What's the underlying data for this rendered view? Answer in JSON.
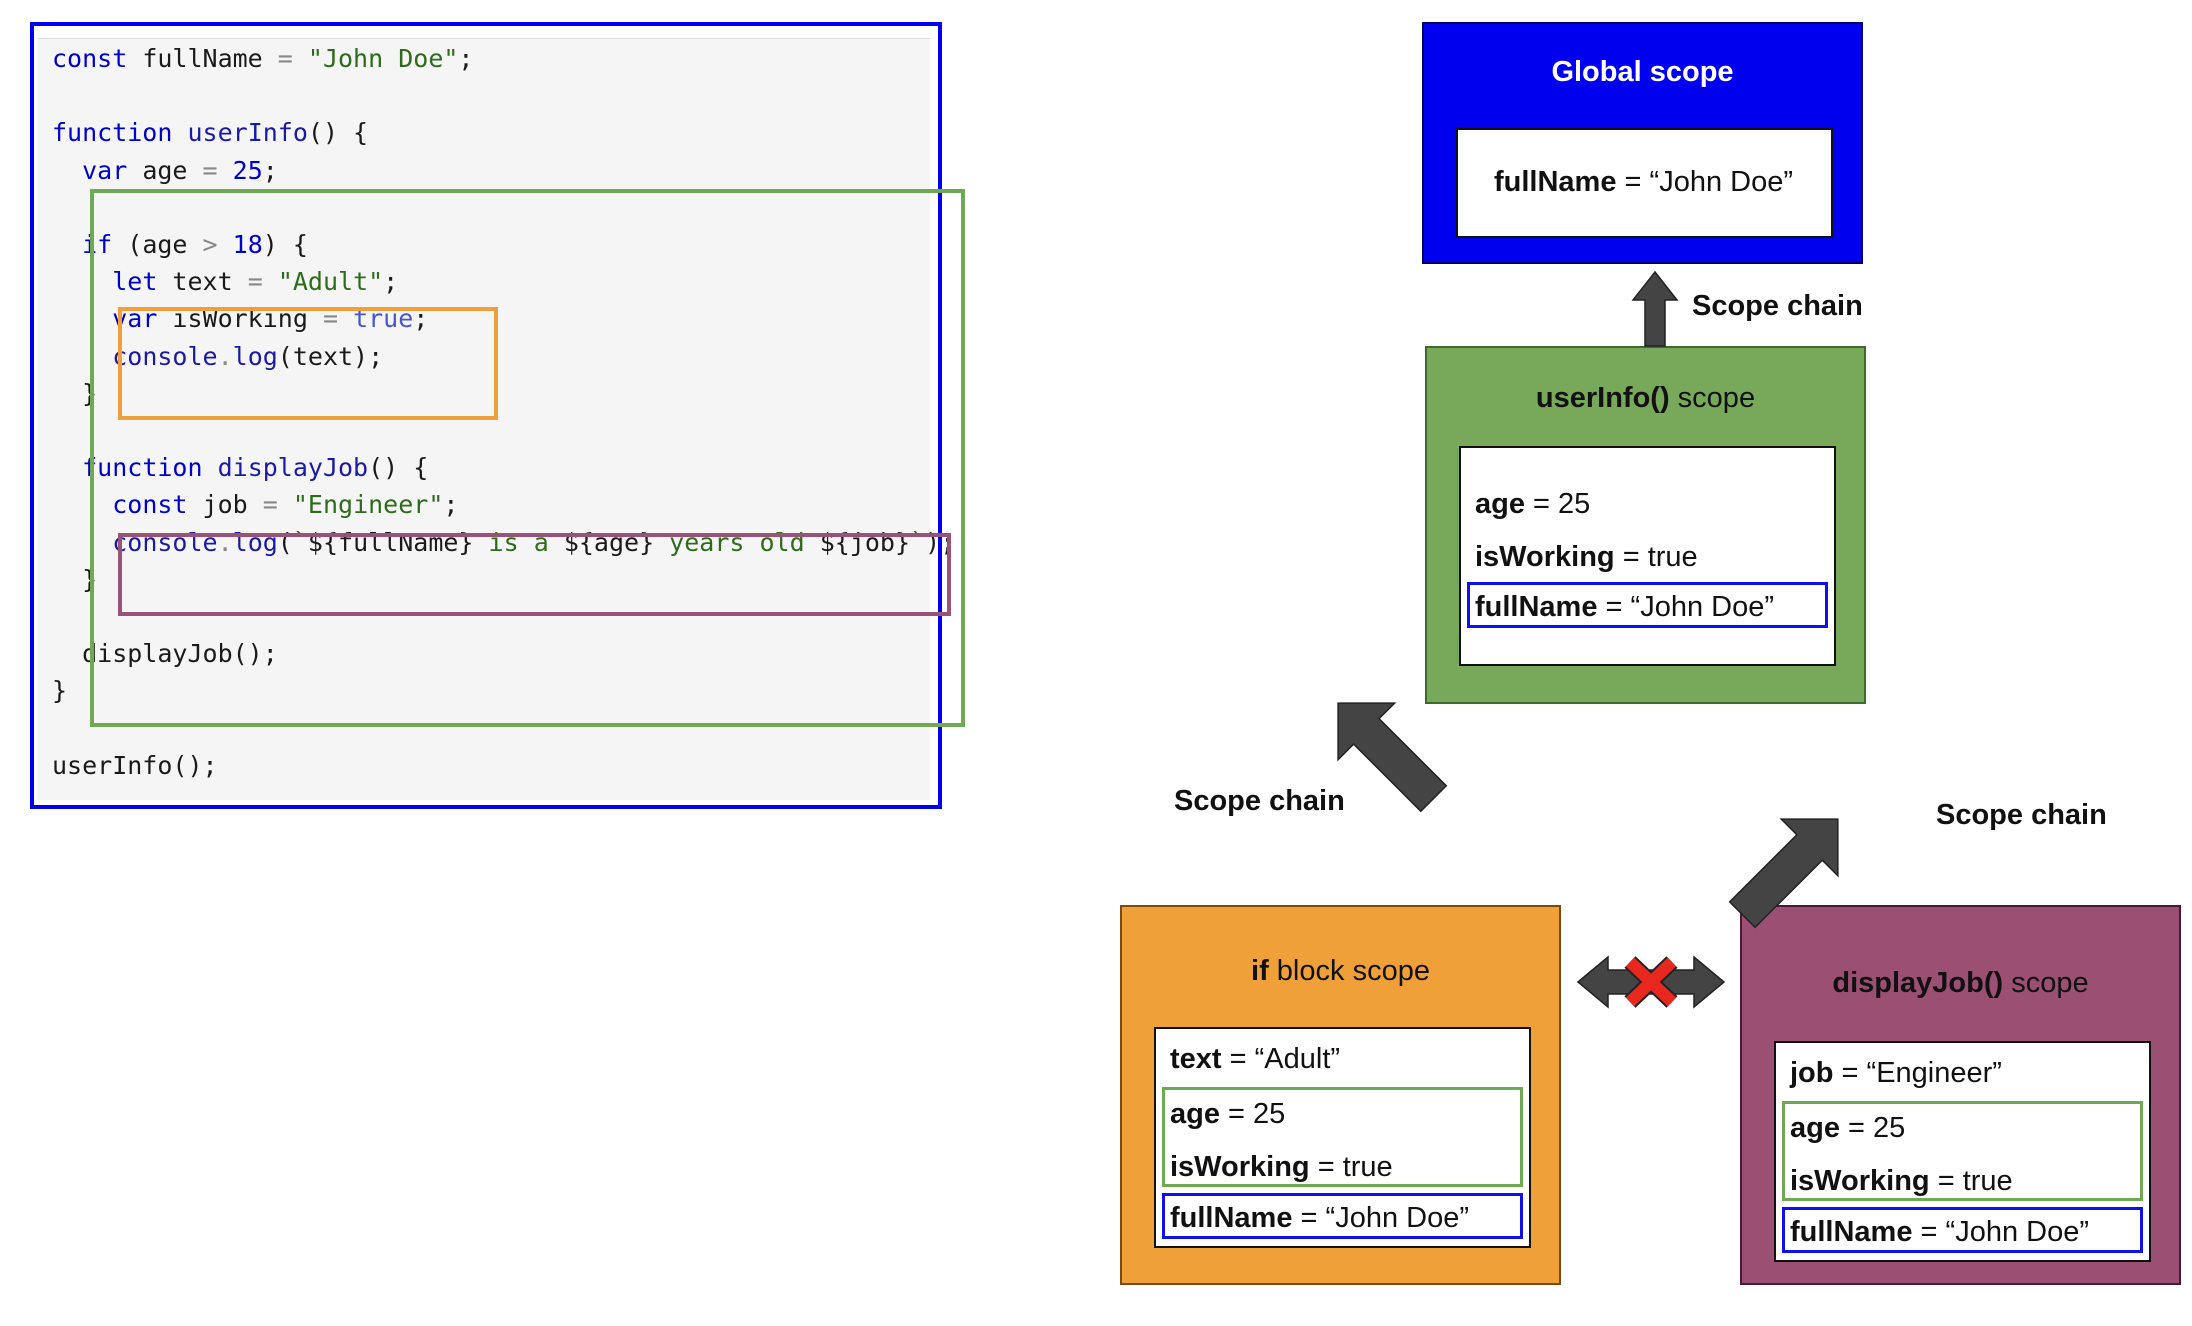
{
  "code": {
    "lines": [
      {
        "tokens": [
          {
            "t": "const",
            "c": "kw"
          },
          {
            "t": " fullName ",
            "c": ""
          },
          {
            "t": "=",
            "c": "op"
          },
          {
            "t": " ",
            "c": ""
          },
          {
            "t": "\"John Doe\"",
            "c": "str"
          },
          {
            "t": ";",
            "c": ""
          }
        ]
      },
      {
        "tokens": []
      },
      {
        "tokens": [
          {
            "t": "function",
            "c": "kw"
          },
          {
            "t": " ",
            "c": ""
          },
          {
            "t": "userInfo",
            "c": "fn"
          },
          {
            "t": "() {",
            "c": ""
          }
        ]
      },
      {
        "tokens": [
          {
            "t": "  ",
            "c": ""
          },
          {
            "t": "var",
            "c": "kw"
          },
          {
            "t": " age ",
            "c": ""
          },
          {
            "t": "=",
            "c": "op"
          },
          {
            "t": " ",
            "c": ""
          },
          {
            "t": "25",
            "c": "num"
          },
          {
            "t": ";",
            "c": ""
          }
        ]
      },
      {
        "tokens": []
      },
      {
        "tokens": [
          {
            "t": "  ",
            "c": ""
          },
          {
            "t": "if",
            "c": "kw"
          },
          {
            "t": " (age ",
            "c": ""
          },
          {
            "t": ">",
            "c": "op"
          },
          {
            "t": " ",
            "c": ""
          },
          {
            "t": "18",
            "c": "num"
          },
          {
            "t": ") {",
            "c": ""
          }
        ]
      },
      {
        "tokens": [
          {
            "t": "    ",
            "c": ""
          },
          {
            "t": "let",
            "c": "kw"
          },
          {
            "t": " text ",
            "c": ""
          },
          {
            "t": "=",
            "c": "op"
          },
          {
            "t": " ",
            "c": ""
          },
          {
            "t": "\"Adult\"",
            "c": "str"
          },
          {
            "t": ";",
            "c": ""
          }
        ]
      },
      {
        "tokens": [
          {
            "t": "    ",
            "c": ""
          },
          {
            "t": "var",
            "c": "kw"
          },
          {
            "t": " isWorking ",
            "c": ""
          },
          {
            "t": "=",
            "c": "op"
          },
          {
            "t": " ",
            "c": ""
          },
          {
            "t": "true",
            "c": "lit"
          },
          {
            "t": ";",
            "c": ""
          }
        ]
      },
      {
        "tokens": [
          {
            "t": "    ",
            "c": ""
          },
          {
            "t": "console",
            "c": "fn"
          },
          {
            "t": ".",
            "c": "op"
          },
          {
            "t": "log",
            "c": "fn"
          },
          {
            "t": "(text);",
            "c": ""
          }
        ]
      },
      {
        "tokens": [
          {
            "t": "  }",
            "c": ""
          }
        ]
      },
      {
        "tokens": []
      },
      {
        "tokens": [
          {
            "t": "  ",
            "c": ""
          },
          {
            "t": "function",
            "c": "kw"
          },
          {
            "t": " ",
            "c": ""
          },
          {
            "t": "displayJob",
            "c": "fn"
          },
          {
            "t": "() {",
            "c": ""
          }
        ]
      },
      {
        "tokens": [
          {
            "t": "    ",
            "c": ""
          },
          {
            "t": "const",
            "c": "kw"
          },
          {
            "t": " job ",
            "c": ""
          },
          {
            "t": "=",
            "c": "op"
          },
          {
            "t": " ",
            "c": ""
          },
          {
            "t": "\"Engineer\"",
            "c": "str"
          },
          {
            "t": ";",
            "c": ""
          }
        ]
      },
      {
        "tokens": [
          {
            "t": "    ",
            "c": ""
          },
          {
            "t": "console",
            "c": "fn"
          },
          {
            "t": ".",
            "c": "op"
          },
          {
            "t": "log",
            "c": "fn"
          },
          {
            "t": "(",
            "c": ""
          },
          {
            "t": "`",
            "c": "str"
          },
          {
            "t": "${fullName}",
            "c": ""
          },
          {
            "t": " is a ",
            "c": "str"
          },
          {
            "t": "${age}",
            "c": ""
          },
          {
            "t": " years old ",
            "c": "str"
          },
          {
            "t": "${job}",
            "c": ""
          },
          {
            "t": "`",
            "c": "str"
          },
          {
            "t": ");",
            "c": ""
          }
        ]
      },
      {
        "tokens": [
          {
            "t": "  }",
            "c": ""
          }
        ]
      },
      {
        "tokens": []
      },
      {
        "tokens": [
          {
            "t": "  displayJob();",
            "c": ""
          }
        ]
      },
      {
        "tokens": [
          {
            "t": "}",
            "c": ""
          }
        ]
      },
      {
        "tokens": []
      },
      {
        "tokens": [
          {
            "t": "userInfo();",
            "c": ""
          }
        ]
      }
    ]
  },
  "global_scope": {
    "title": "Global scope",
    "var_fullname": {
      "name": "fullName",
      "value": " = “John Doe”"
    }
  },
  "userinfo_scope": {
    "title_bold": "userInfo()",
    "title_rest": " scope",
    "var_age": {
      "name": "age",
      "value": " = 25"
    },
    "var_isworking": {
      "name": "isWorking",
      "value": " = true"
    },
    "var_fullname": {
      "name": "fullName",
      "value": " = “John Doe”"
    }
  },
  "if_scope": {
    "title_bold": "if",
    "title_rest": " block scope",
    "var_text": {
      "name": "text",
      "value": " = “Adult”"
    },
    "var_age": {
      "name": "age",
      "value": " = 25"
    },
    "var_isworking": {
      "name": "isWorking",
      "value": " = true"
    },
    "var_fullname": {
      "name": "fullName",
      "value": " = “John Doe”"
    }
  },
  "displayjob_scope": {
    "title_bold": "displayJob()",
    "title_rest": " scope",
    "var_job": {
      "name": "job",
      "value": " = “Engineer”"
    },
    "var_age": {
      "name": "age",
      "value": " = 25"
    },
    "var_isworking": {
      "name": "isWorking",
      "value": " = true"
    },
    "var_fullname": {
      "name": "fullName",
      "value": " = “John Doe”"
    }
  },
  "labels": {
    "chain_top": "Scope chain",
    "chain_left": "Scope chain",
    "chain_right": "Scope chain"
  },
  "colors": {
    "global": "#0000ee",
    "userinfo": "#78a85a",
    "if_block": "#f0a038",
    "displayjob": "#9a4f73",
    "arrow": "#444444",
    "blocked": "#e8281e"
  }
}
